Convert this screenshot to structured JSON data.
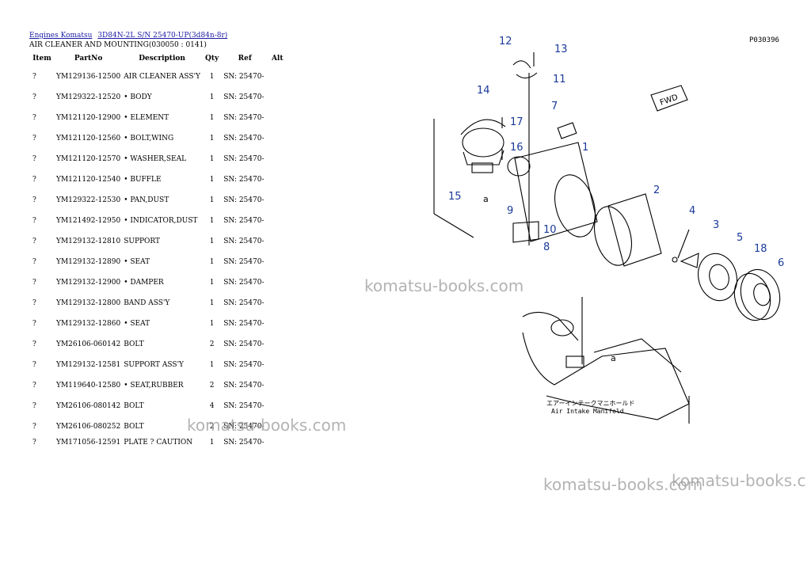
{
  "breadcrumbs": [
    "Engines Komatsu",
    "3D84N-2L S/N 25470-UP(3d84n-8r)"
  ],
  "section_title": "AIR CLEANER AND MOUNTING(030050 : 0141)",
  "columns": [
    "Item",
    "PartNo",
    "Description",
    "Qty",
    "Ref",
    "Alt"
  ],
  "rows": [
    {
      "item": "?",
      "part": "YM129136-12500",
      "desc": "AIR CLEANER ASS'Y",
      "qty": "1",
      "ref": "SN: 25470-"
    },
    {
      "item": "?",
      "part": "YM129322-12520",
      "desc": "• BODY",
      "qty": "1",
      "ref": "SN: 25470-"
    },
    {
      "item": "?",
      "part": "YM121120-12900",
      "desc": "• ELEMENT",
      "qty": "1",
      "ref": "SN: 25470-"
    },
    {
      "item": "?",
      "part": "YM121120-12560",
      "desc": "• BOLT,WING",
      "qty": "1",
      "ref": "SN: 25470-"
    },
    {
      "item": "?",
      "part": "YM121120-12570",
      "desc": "• WASHER,SEAL",
      "qty": "1",
      "ref": "SN: 25470-"
    },
    {
      "item": "?",
      "part": "YM121120-12540",
      "desc": "• BUFFLE",
      "qty": "1",
      "ref": "SN: 25470-"
    },
    {
      "item": "?",
      "part": "YM129322-12530",
      "desc": "• PAN,DUST",
      "qty": "1",
      "ref": "SN: 25470-"
    },
    {
      "item": "?",
      "part": "YM121492-12950",
      "desc": "• INDICATOR,DUST",
      "qty": "1",
      "ref": "SN: 25470-"
    },
    {
      "item": "?",
      "part": "YM129132-12810",
      "desc": "SUPPORT",
      "qty": "1",
      "ref": "SN: 25470-"
    },
    {
      "item": "?",
      "part": "YM129132-12890",
      "desc": "• SEAT",
      "qty": "1",
      "ref": "SN: 25470-"
    },
    {
      "item": "?",
      "part": "YM129132-12900",
      "desc": "• DAMPER",
      "qty": "1",
      "ref": "SN: 25470-"
    },
    {
      "item": "?",
      "part": "YM129132-12800",
      "desc": "BAND ASS'Y",
      "qty": "1",
      "ref": "SN: 25470-"
    },
    {
      "item": "?",
      "part": "YM129132-12860",
      "desc": "• SEAT",
      "qty": "1",
      "ref": "SN: 25470-"
    },
    {
      "item": "?",
      "part": "YM26106-060142",
      "desc": "BOLT",
      "qty": "2",
      "ref": "SN: 25470-"
    },
    {
      "item": "?",
      "part": "YM129132-12581",
      "desc": "SUPPORT ASS'Y",
      "qty": "1",
      "ref": "SN: 25470-"
    },
    {
      "item": "?",
      "part": "YM119640-12580",
      "desc": "• SEAT,RUBBER",
      "qty": "2",
      "ref": "SN: 25470-"
    },
    {
      "item": "?",
      "part": "YM26106-080142",
      "desc": "BOLT",
      "qty": "4",
      "ref": "SN: 25470-"
    },
    {
      "item": "?",
      "part": "YM26106-080252",
      "desc": "BOLT",
      "qty": "2",
      "ref": "SN: 25470-"
    },
    {
      "item": "?",
      "part": "YM171056-12591",
      "desc": "PLATE ? CAUTION",
      "qty": "1",
      "ref": "SN: 25470-"
    }
  ],
  "diagram": {
    "code": "P030396",
    "fwd": "FWD",
    "callouts": [
      "12",
      "13",
      "11",
      "14",
      "7",
      "17",
      "16",
      "1",
      "15",
      "a",
      "2",
      "9",
      "10",
      "8",
      "4",
      "3",
      "5",
      "18",
      "6",
      "a"
    ],
    "manifold_jp": "エアーインテークマニホールド",
    "manifold_en": "Air Intake Manifold"
  },
  "watermarks": [
    "komatsu-books.com",
    "komatsu-books.com",
    "komatsu-books.com",
    "komatsu-books.c"
  ],
  "colors": {
    "link": "#1a1aa6",
    "callout": "#1a3a9a",
    "watermark": "#9a9a9a"
  }
}
